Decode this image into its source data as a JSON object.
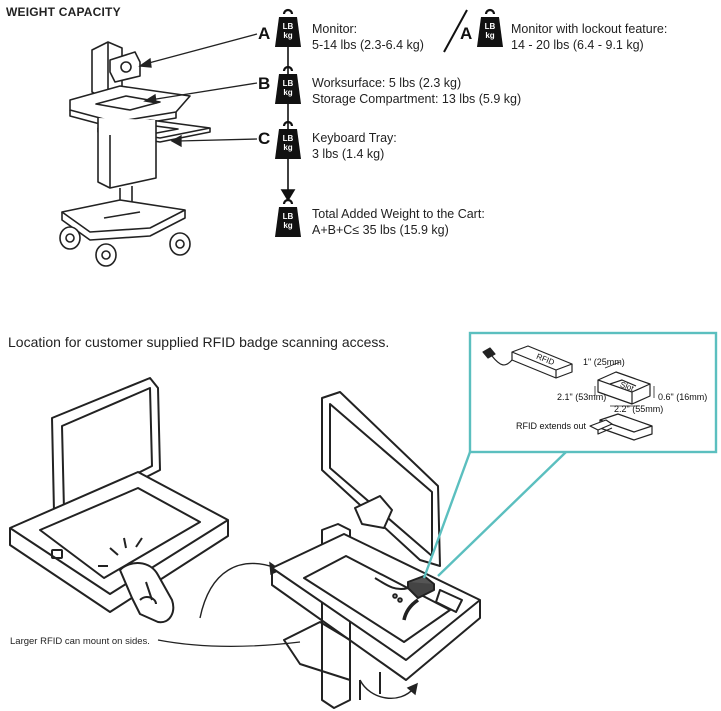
{
  "weight_capacity": {
    "title": "WEIGHT CAPACITY",
    "weight_icon_text": {
      "top": "LB",
      "bottom": "kg"
    },
    "items": [
      {
        "letter": "A",
        "line1": "Monitor:",
        "line2": "5-14 lbs (2.3-6.4 kg)"
      },
      {
        "letter": "B",
        "line1": "Worksurface: 5 lbs (2.3 kg)",
        "line2": "Storage Compartment: 13 lbs (5.9 kg)"
      },
      {
        "letter": "C",
        "line1": "Keyboard Tray:",
        "line2": "3 lbs (1.4 kg)"
      }
    ],
    "lockout": {
      "letter": "A",
      "line1": "Monitor with lockout feature:",
      "line2": "14 - 20 lbs (6.4 - 9.1 kg)"
    },
    "total": {
      "line1": "Total Added Weight to the Cart:",
      "line2": "A+B+C≤ 35 lbs (15.9 kg)"
    }
  },
  "rfid": {
    "caption": "Location for customer supplied RFID badge scanning access.",
    "side_note": "Larger RFID can mount on sides.",
    "detail": {
      "rfid_label": "RFID",
      "slot_label": "Slot",
      "dim_top": "1\" (25mm)",
      "dim_left": "2.1\" (53mm)",
      "dim_right": "0.6\" (16mm)",
      "dim_bottom": "2.2\" (55mm)",
      "extends_note": "RFID extends out"
    },
    "accent_color": "#5bbfbf"
  }
}
